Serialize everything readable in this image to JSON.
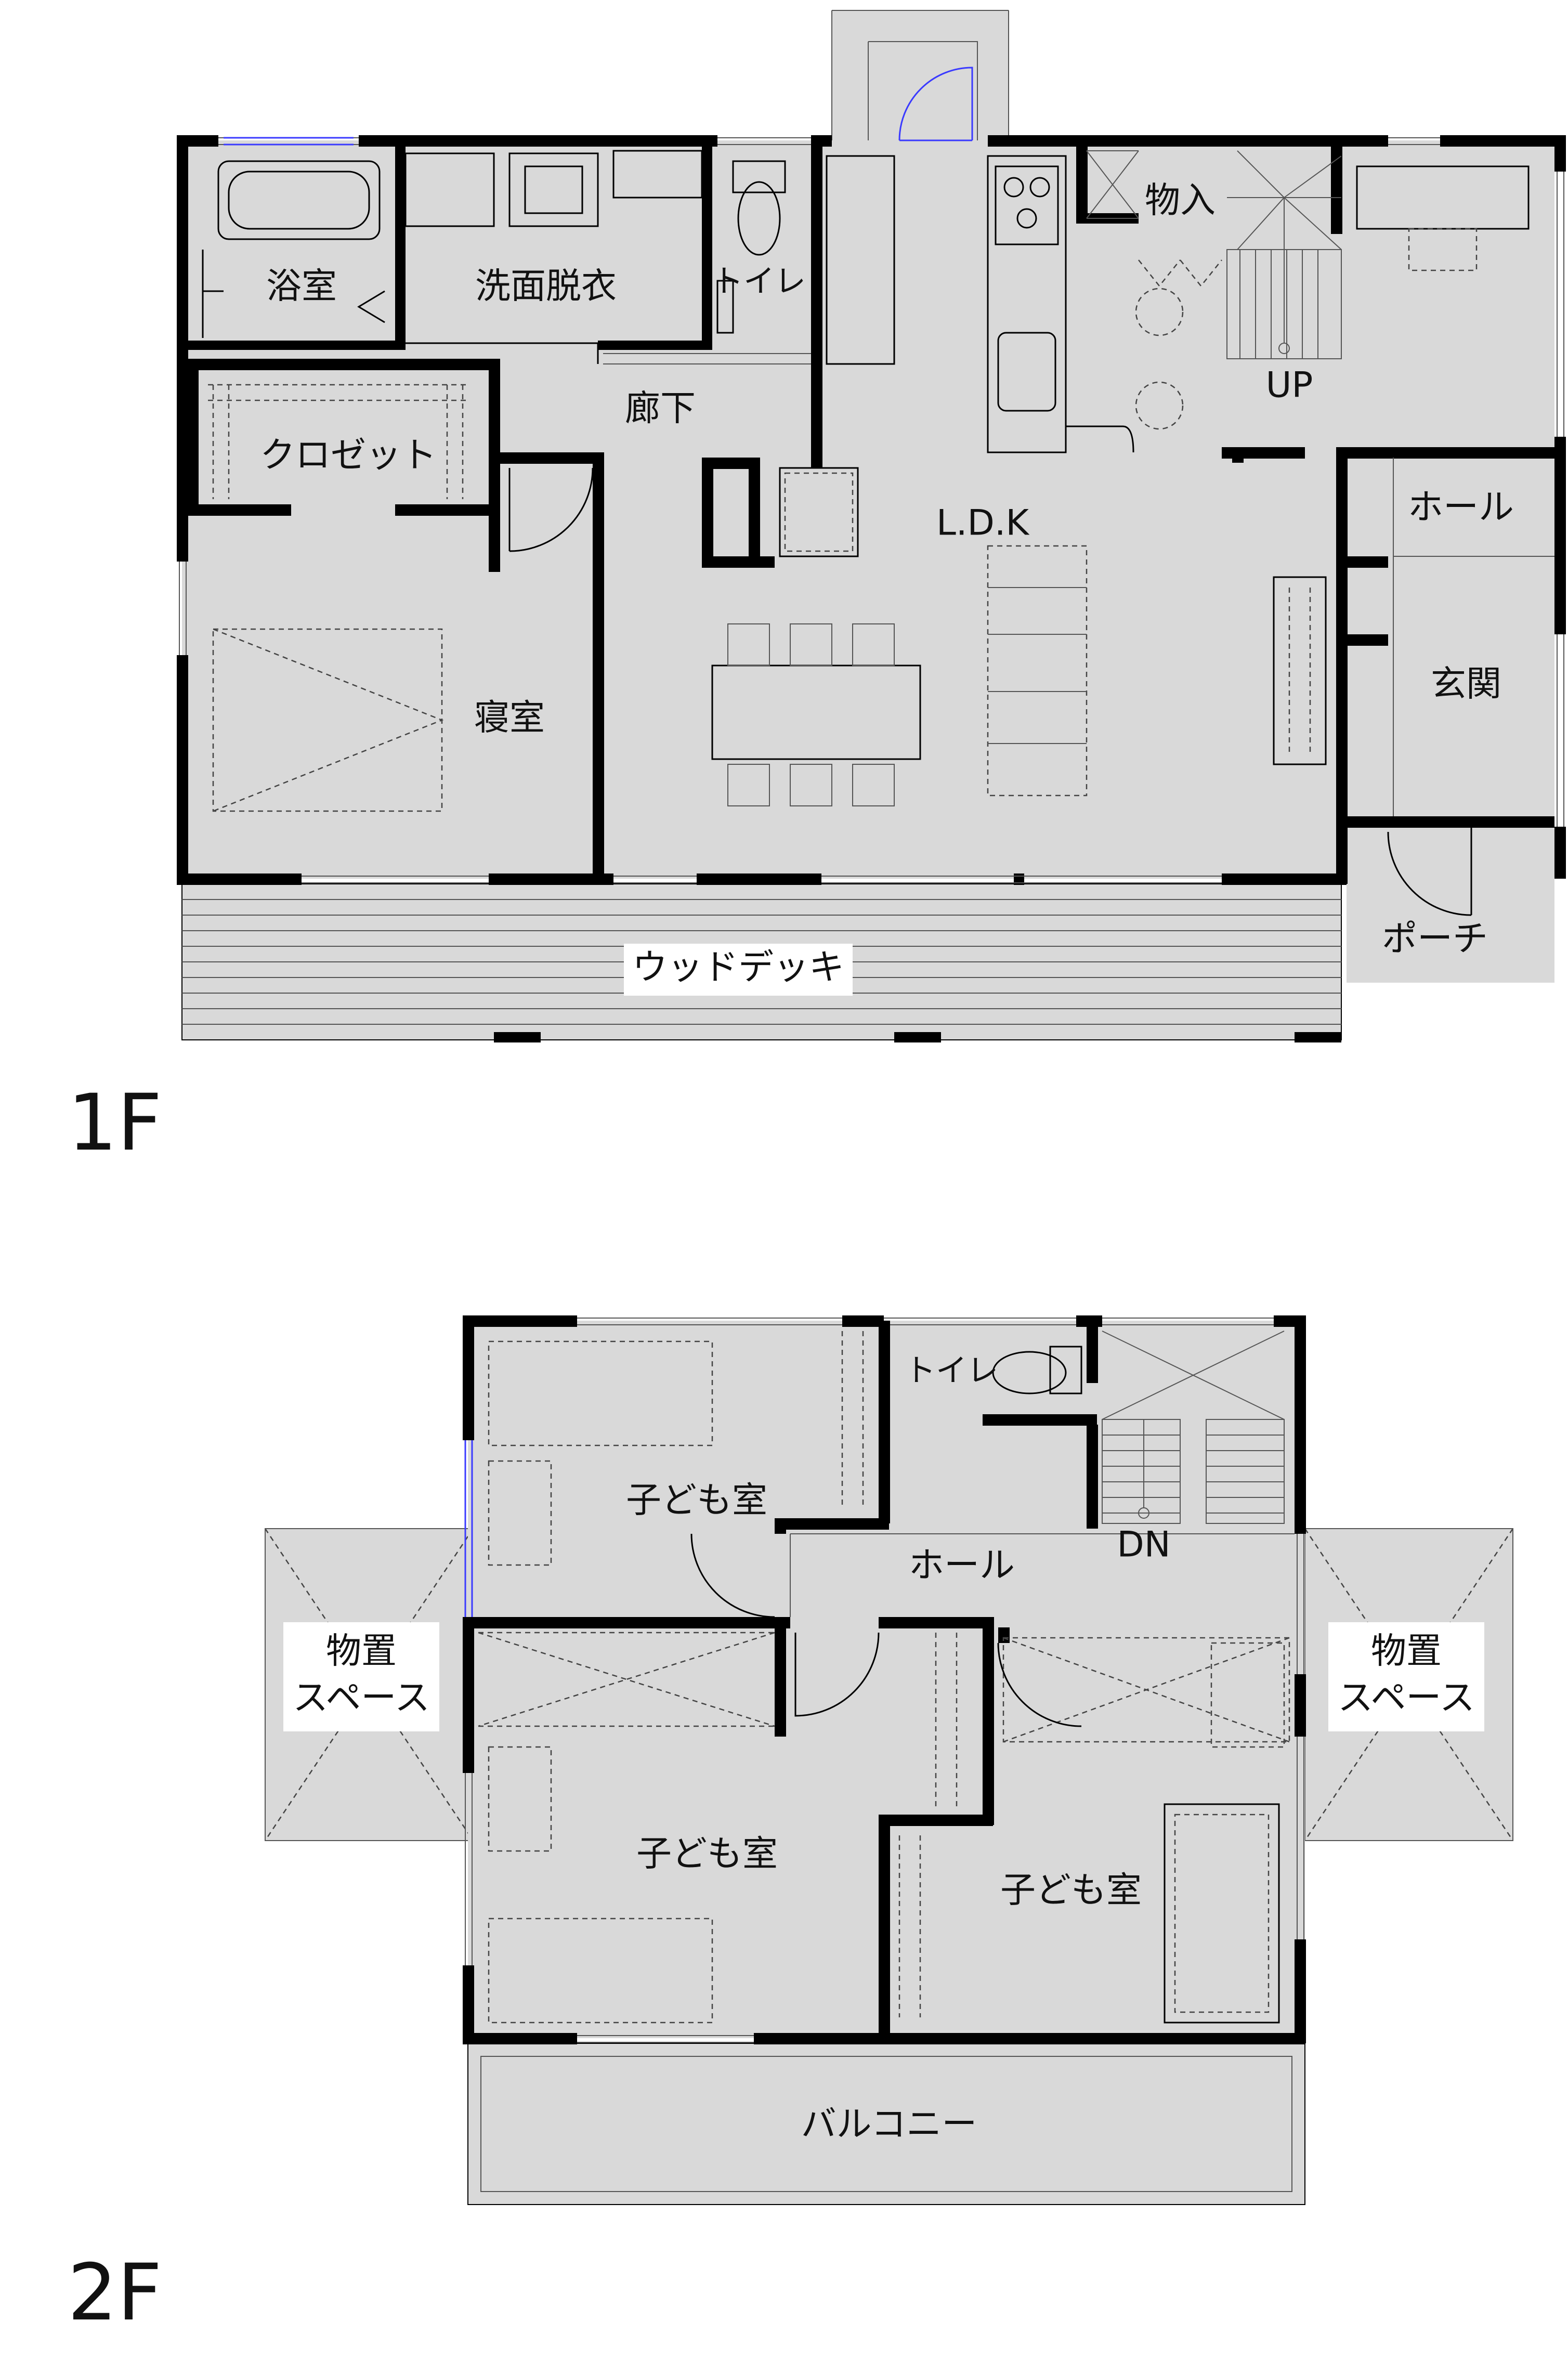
{
  "floors": {
    "first": {
      "label": "1F",
      "rooms": {
        "bath": "浴室",
        "washroom": "洗面脱衣",
        "toilet": "トイレ",
        "storage": "物入",
        "closet": "クロゼット",
        "corridor": "廊下",
        "ldk": "L.D.K",
        "up": "UP",
        "hall": "ホール",
        "bedroom": "寝室",
        "entrance": "玄関",
        "porch": "ポーチ",
        "wood_deck": "ウッドデッキ"
      }
    },
    "second": {
      "label": "2F",
      "rooms": {
        "toilet": "トイレ",
        "kids_room_1": "子ども室",
        "hall": "ホール",
        "dn": "DN",
        "storage_left_line1": "物置",
        "storage_left_line2": "スペース",
        "storage_right_line1": "物置",
        "storage_right_line2": "スペース",
        "kids_room_2": "子ども室",
        "kids_room_3": "子ども室",
        "balcony": "バルコニー"
      }
    }
  }
}
